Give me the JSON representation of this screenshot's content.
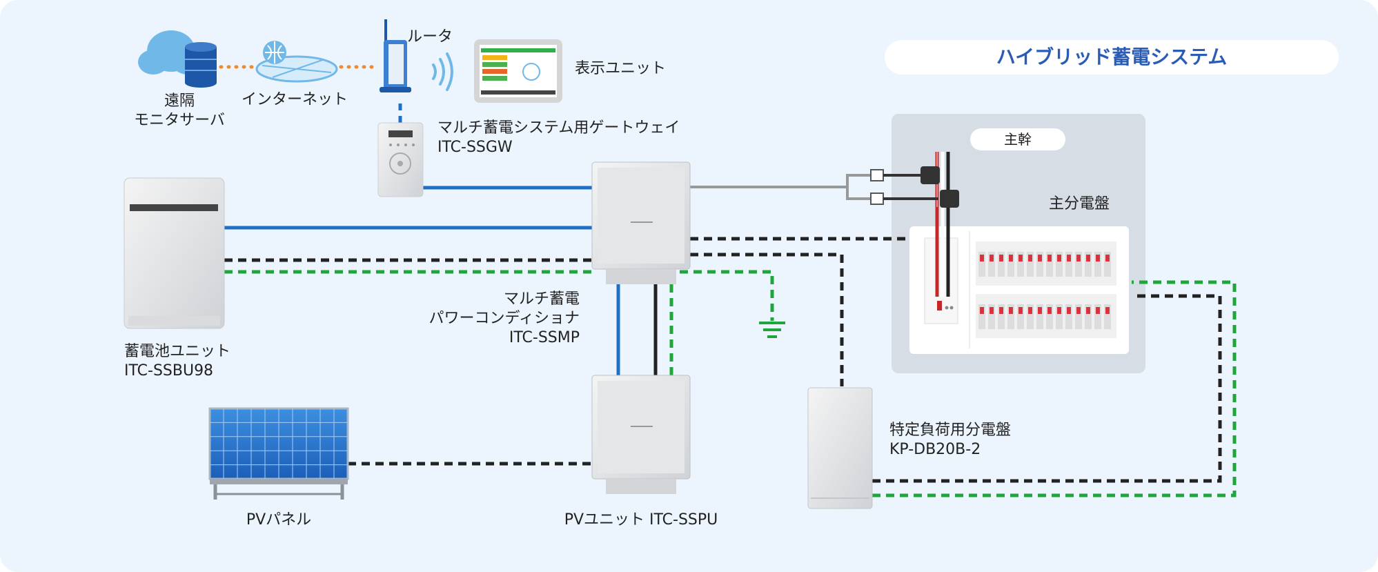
{
  "title": "ハイブリッド蓄電システム",
  "labels": {
    "router": "ルータ",
    "remote_line1": "遠隔",
    "remote_line2": "モニタサーバ",
    "internet": "インターネット",
    "display": "表示ユニット",
    "gateway_name": "マルチ蓄電システム用ゲートウェイ",
    "gateway_model": "ITC-SSGW",
    "pcs_line1": "マルチ蓄電",
    "pcs_line2": "パワーコンディショナ",
    "pcs_model": "ITC-SSMP",
    "battery_name": "蓄電池ユニット",
    "battery_model": "ITC-SSBU98",
    "pv_panel": "PVパネル",
    "pv_unit": "PVユニット ITC-SSPU",
    "main_trunk": "主幹",
    "main_panel": "主分電盤",
    "load_panel_name": "特定負荷用分電盤",
    "load_panel_model": "KP-DB20B-2"
  },
  "colors": {
    "background": "#ecf4fd",
    "title_text": "#2a5bb5",
    "communication_line": "#1f6fc4",
    "power_dashed": "#222222",
    "ground_dashed": "#1fa53c",
    "ct_line": "#999999",
    "internet_dots": "#f08a2e"
  },
  "icons": {
    "cloud": "cloud-server-icon",
    "globe": "internet-globe-icon",
    "router": "router-icon",
    "wifi": "wifi-icon",
    "display": "tablet-display-icon",
    "ground": "ground-icon"
  }
}
